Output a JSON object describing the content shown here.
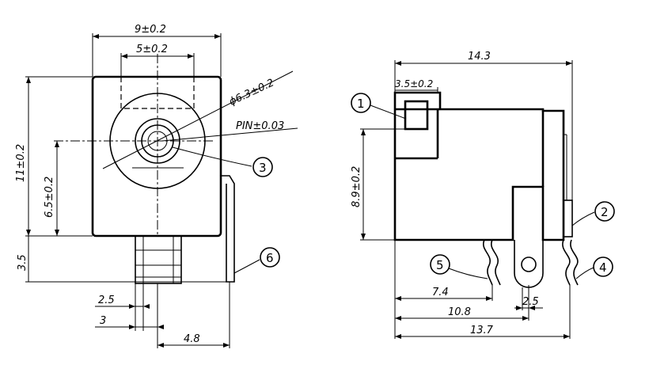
{
  "front_view": {
    "dims": {
      "width": "9±0.2",
      "slot_width": "5±0.2",
      "hole_diameter": "ϕ6.3±0.2",
      "pin": "PIN±0.03",
      "height": "11±0.2",
      "center_height": "6.5±0.2",
      "bottom_protrusion": "3.5",
      "dim_2_5": "2.5",
      "dim_3": "3",
      "dim_4_8": "4.8"
    },
    "callouts": {
      "c3": "3",
      "c6": "6"
    }
  },
  "side_view": {
    "dims": {
      "length": "14.3",
      "top_step": "3.5±0.2",
      "height": "8.9±0.2",
      "dim_7_4": "7.4",
      "dim_2_5": "2.5",
      "dim_10_8": "10.8",
      "dim_13_7": "13.7"
    },
    "callouts": {
      "c1": "1",
      "c2": "2",
      "c4": "4",
      "c5": "5"
    }
  }
}
